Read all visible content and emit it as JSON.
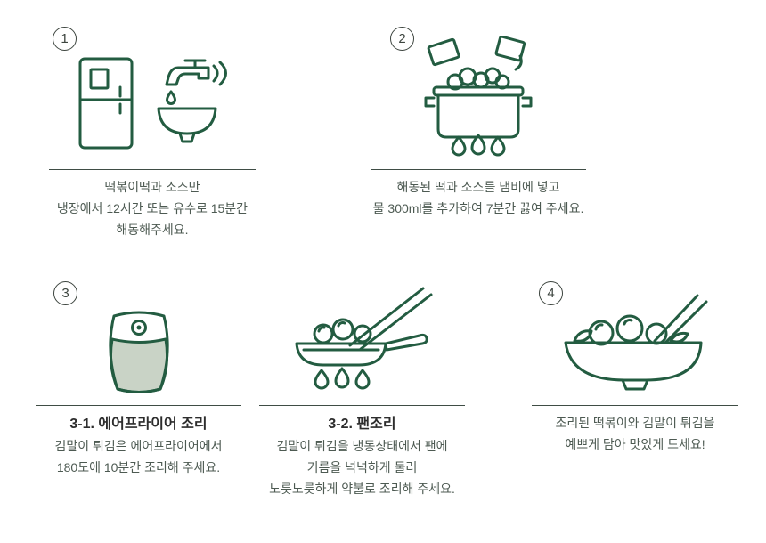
{
  "palette": {
    "line_art_green": "#235c41",
    "air_fryer_basket_fill": "#c9d3c6",
    "divider_line": "#3f4d45",
    "body_text": "#4d5a52",
    "title_text": "#2d2d2d",
    "background": "#ffffff"
  },
  "steps": [
    {
      "number": "1",
      "icon": "fridge-thaw-icon",
      "lines": [
        "떡볶이떡과 소스만",
        "냉장에서 12시간 또는 유수로 15분간",
        "해동해주세요."
      ]
    },
    {
      "number": "2",
      "icon": "boiling-pot-icon",
      "lines": [
        "해동된 떡과 소스를 냄비에 넣고",
        "물 300ml를 추가하여 7분간 끓여 주세요."
      ]
    },
    {
      "number": "3",
      "substeps": [
        {
          "title": "3-1. 에어프라이어 조리",
          "icon": "air-fryer-icon",
          "lines": [
            "김말이 튀김은 에어프라이어에서",
            "180도에 10분간 조리해 주세요."
          ]
        },
        {
          "title": "3-2. 팬조리",
          "icon": "frying-pan-icon",
          "lines": [
            "김말이 튀김을 냉동상태에서 팬에",
            "기름을 넉넉하게 둘러",
            "노릇노릇하게 약불로 조리해 주세요."
          ]
        }
      ]
    },
    {
      "number": "4",
      "icon": "plated-dish-icon",
      "lines": [
        "조리된 떡볶이와 김말이 튀김을",
        "예쁘게 담아 맛있게 드세요!"
      ]
    }
  ]
}
